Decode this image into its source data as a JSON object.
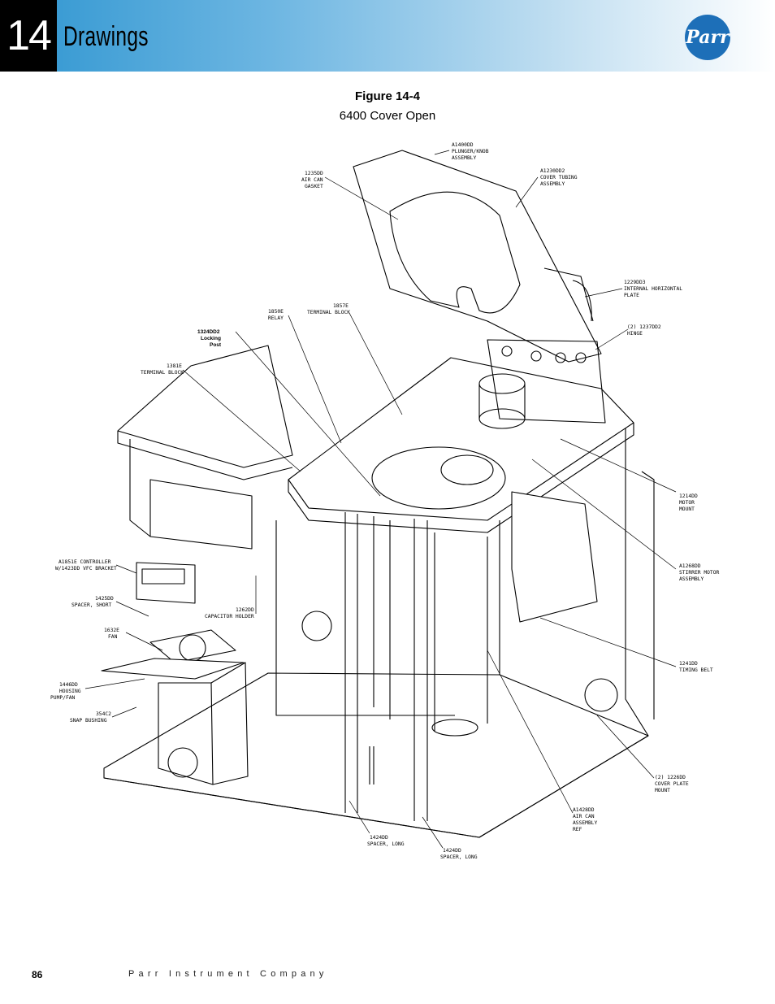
{
  "header": {
    "chapter_number": "14",
    "chapter_title": "Drawings",
    "logo_text": "Parr"
  },
  "figure": {
    "title": "Figure 14-4",
    "subtitle": "6400 Cover Open"
  },
  "callouts": {
    "plunger": [
      "A1400DD",
      "PLUNGER/KNOB",
      "ASSEMBLY"
    ],
    "gasket": [
      "1235DD",
      "AIR CAN",
      "GASKET"
    ],
    "cover_tubing": [
      "A1230DD2",
      "COVER TUBING",
      "ASSEMBLY"
    ],
    "internal_plate": [
      "1229DD3",
      "INTERNAL HORIZONTAL",
      "PLATE"
    ],
    "relay": [
      "1850E",
      "RELAY"
    ],
    "terminal_block_a": [
      "1857E",
      "TERMINAL BLOCK"
    ],
    "hinge": [
      "(2) 1237DD2",
      "HINGE"
    ],
    "locking_post": [
      "1324DD2",
      "Locking",
      "Post"
    ],
    "terminal_block_b": [
      "1381E",
      "TERMINAL BLOCK"
    ],
    "motor_mount": [
      "1214DD",
      "MOTOR",
      "MOUNT"
    ],
    "stirrer_motor": [
      "A1268DD",
      "STIRRER MOTOR",
      "ASSEMBLY"
    ],
    "controller": [
      "A1851E CONTROLLER",
      "W/1423DD VFC BRACKET"
    ],
    "spacer_short": [
      "1425DD",
      "SPACER, SHORT"
    ],
    "capacitor_holder": [
      "1262DD",
      "CAPACITOR HOLDER"
    ],
    "fan": [
      "1632E",
      "FAN"
    ],
    "housing": [
      "1446DD",
      "HOUSING",
      "PUMP/FAN"
    ],
    "snap_bushing": [
      "354C2",
      "SNAP BUSHING"
    ],
    "timing_belt": [
      "1241DD",
      "TIMING BELT"
    ],
    "cover_plate_mount": [
      "(2) 1226DD",
      "COVER PLATE",
      "MOUNT"
    ],
    "air_can": [
      "A1428DD",
      "AIR CAN",
      "ASSEMBLY",
      "REF"
    ],
    "spacer_long_a": [
      "1424DD",
      "SPACER, LONG"
    ],
    "spacer_long_b": [
      "1424DD",
      "SPACER, LONG"
    ]
  },
  "footer": {
    "page_number": "86",
    "company": "Parr Instrument Company"
  }
}
